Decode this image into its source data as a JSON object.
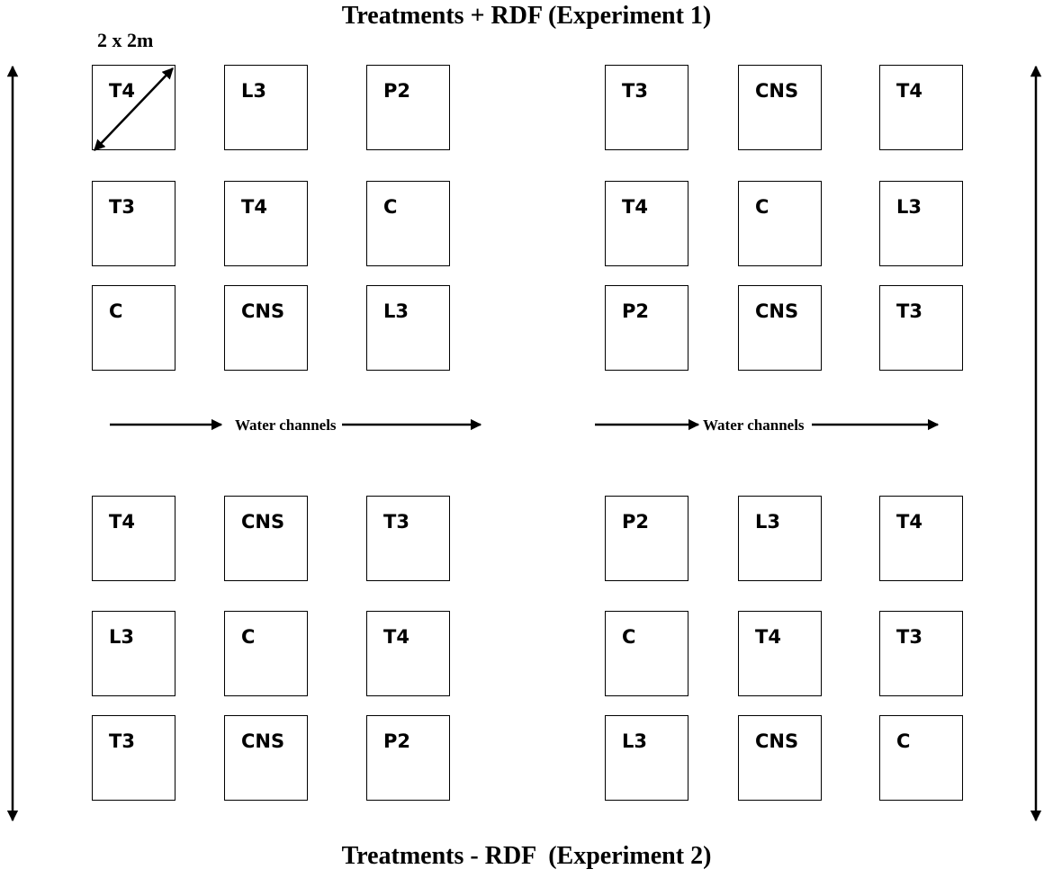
{
  "title_top": "Treatments + RDF (Experiment 1)",
  "title_bottom": "Treatments - RDF  (Experiment 2)",
  "plot_size_label": "2 x 2m",
  "channel_label": "Water channels",
  "blocks": [
    {
      "name": "top-left",
      "rows": [
        [
          "T4",
          "L3",
          "P2"
        ],
        [
          "T3",
          "T4",
          "C"
        ],
        [
          "C",
          "CNS",
          "L3"
        ]
      ]
    },
    {
      "name": "top-right",
      "rows": [
        [
          "T3",
          "CNS",
          "T4"
        ],
        [
          "T4",
          "C",
          "L3"
        ],
        [
          "P2",
          "CNS",
          "T3"
        ]
      ]
    },
    {
      "name": "bottom-left",
      "rows": [
        [
          "T4",
          "CNS",
          "T3"
        ],
        [
          "L3",
          "C",
          "T4"
        ],
        [
          "T3",
          "CNS",
          "P2"
        ]
      ]
    },
    {
      "name": "bottom-right",
      "rows": [
        [
          "P2",
          "L3",
          "T4"
        ],
        [
          "C",
          "T4",
          "T3"
        ],
        [
          "L3",
          "CNS",
          "C"
        ]
      ]
    }
  ]
}
